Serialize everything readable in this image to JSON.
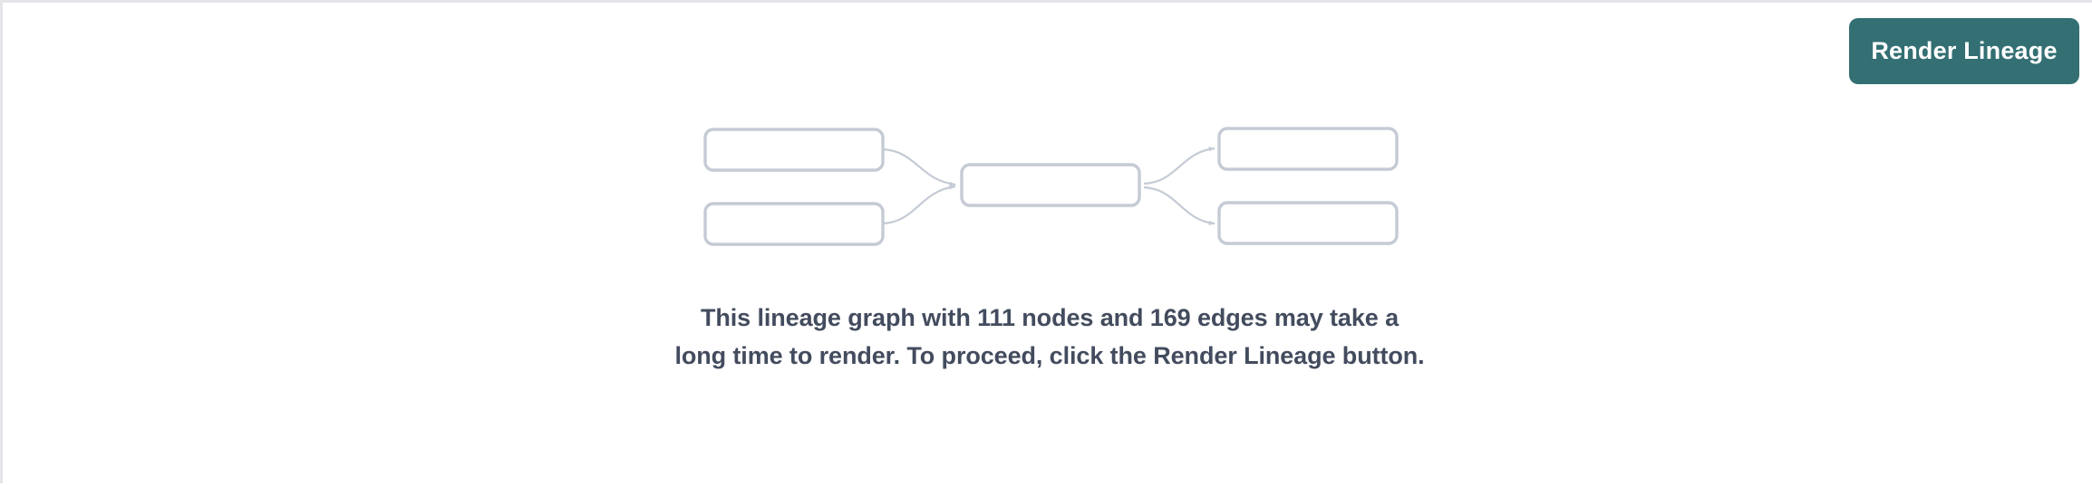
{
  "page": {
    "background_color": "#ffffff",
    "border_color": "#e3e5e9"
  },
  "toolbar": {
    "render_button_label": "Render Lineage",
    "render_button_color": "#336f73",
    "render_button_text_color": "#ffffff"
  },
  "placeholder_graph": {
    "node_border_color": "#c5cbd5",
    "edge_color": "#c5cbd5",
    "nodes": [
      {
        "id": "upstream-1",
        "label": "",
        "column": "left",
        "row": 1
      },
      {
        "id": "upstream-2",
        "label": "",
        "column": "left",
        "row": 2
      },
      {
        "id": "focal",
        "label": "",
        "column": "center",
        "row": 1
      },
      {
        "id": "downstream-1",
        "label": "",
        "column": "right",
        "row": 1
      },
      {
        "id": "downstream-2",
        "label": "",
        "column": "right",
        "row": 2
      }
    ],
    "edges": [
      {
        "from": "upstream-1",
        "to": "focal"
      },
      {
        "from": "upstream-2",
        "to": "focal"
      },
      {
        "from": "focal",
        "to": "downstream-1"
      },
      {
        "from": "focal",
        "to": "downstream-2"
      }
    ]
  },
  "message": {
    "text": "This lineage graph with 111 nodes and 169 edges may take a long time to render. To proceed, click the Render Lineage button.",
    "node_count": 111,
    "edge_count": 169,
    "text_color": "#434c5e"
  }
}
